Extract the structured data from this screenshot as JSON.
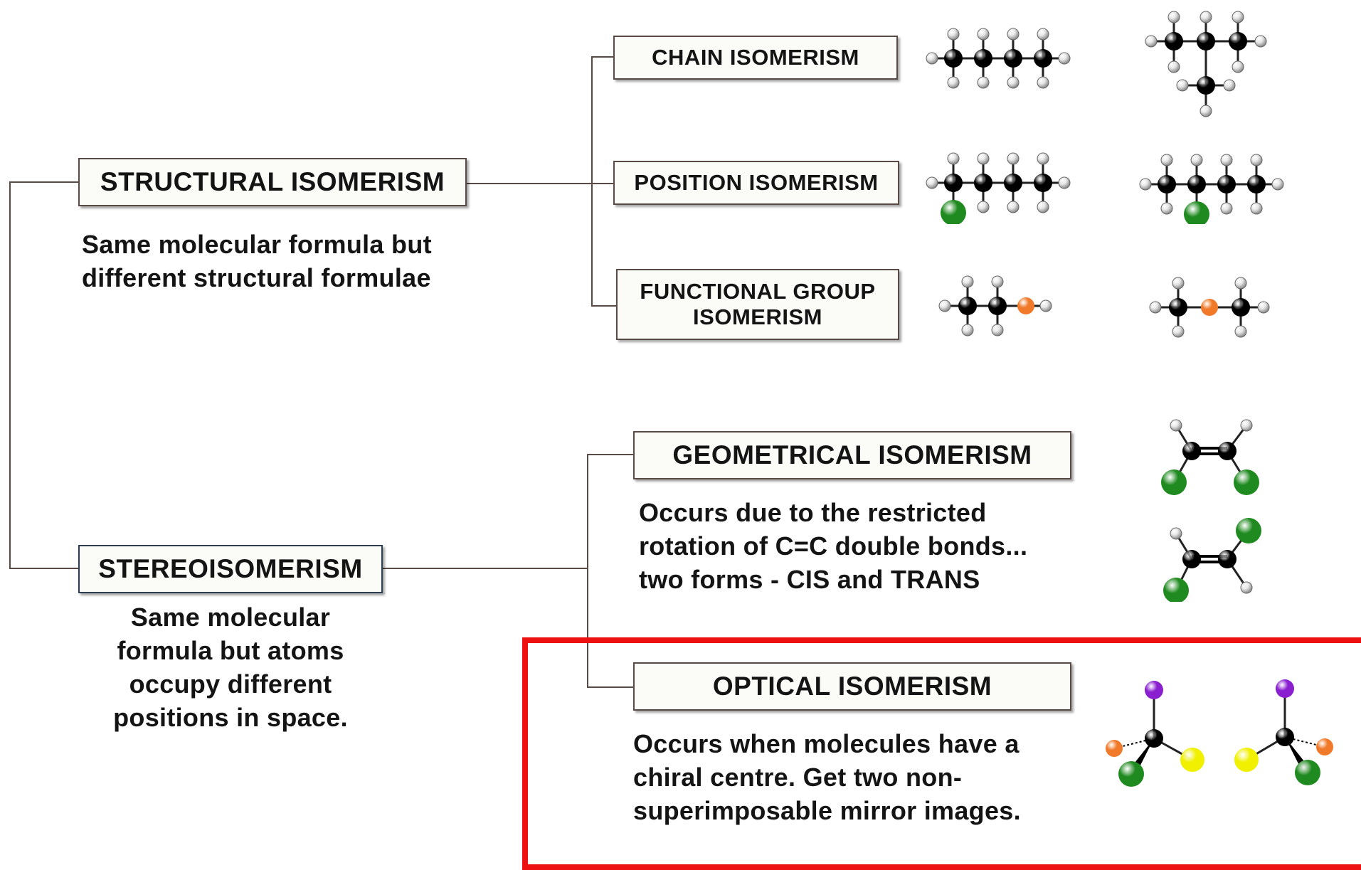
{
  "diagram": {
    "structural": {
      "title": "STRUCTURAL ISOMERISM",
      "description": [
        "Same molecular formula but",
        "different structural formulae"
      ],
      "types": [
        {
          "title": [
            "CHAIN ISOMERISM"
          ]
        },
        {
          "title": [
            "POSITION ISOMERISM"
          ]
        },
        {
          "title": [
            "FUNCTIONAL GROUP",
            "ISOMERISM"
          ]
        }
      ]
    },
    "stereo": {
      "title": "STEREOISOMERISM",
      "description": [
        "Same molecular",
        "formula but atoms",
        "occupy different",
        "positions in space."
      ],
      "types": [
        {
          "title": [
            "GEOMETRICAL ISOMERISM"
          ],
          "description": [
            "Occurs due to the restricted",
            "rotation of C=C double bonds...",
            "two forms - CIS and TRANS"
          ]
        },
        {
          "title": [
            "OPTICAL ISOMERISM"
          ],
          "description": [
            "Occurs when molecules have a",
            "chiral centre.  Get two non-",
            "superimposable mirror images."
          ]
        }
      ]
    },
    "colors": {
      "connector": "#5a4a46",
      "highlight": "#ee1111",
      "atom_carbon": "#000000",
      "atom_hydrogen": "#e8e8e8",
      "atom_chlorine": "#1f8a1f",
      "atom_oxygen": "#f07a2a",
      "atom_iodine": "#8a1fd0",
      "atom_sulfur": "#f0f000"
    },
    "molecules": [
      "chain-straight-icon",
      "chain-branched-icon",
      "position-end-icon",
      "position-middle-icon",
      "functional-alcohol-icon",
      "functional-ether-icon",
      "geometrical-cis-icon",
      "geometrical-trans-icon",
      "optical-left-icon",
      "optical-right-icon"
    ]
  }
}
